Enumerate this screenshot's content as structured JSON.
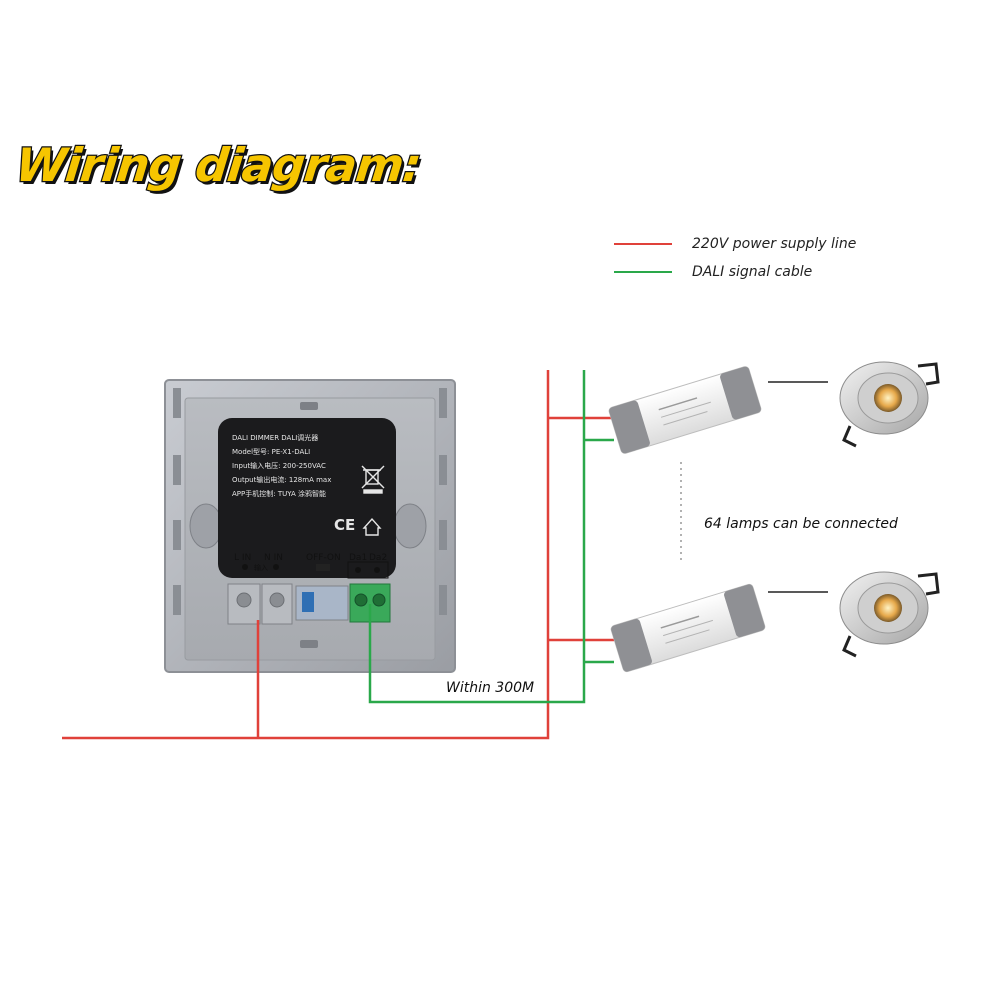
{
  "title": "Wiring diagram:",
  "legend": [
    {
      "label": "220V power supply line",
      "color": "#e0413a"
    },
    {
      "label": "DALI signal cable",
      "color": "#2aa84a"
    }
  ],
  "notes": {
    "lamps_capacity": "64 lamps can be connected",
    "distance": "Within 300M"
  },
  "device": {
    "label_lines": [
      "DALI DIMMER DALI调光器",
      "Model型号: PE-X1-DALI",
      "Input输入电压: 200-250VAC",
      "Output输出电流: 128mA max",
      "APP手机控制: TUYA 涂鸦智能"
    ],
    "ce_mark": "CE",
    "terminals": {
      "l_in": "L IN",
      "n_in": "N IN",
      "input_cn": "输入",
      "switch": "OFF-ON",
      "da1": "Da1",
      "da2": "Da2"
    }
  },
  "colors": {
    "power": "#e0413a",
    "signal": "#2aa84a",
    "title_fill": "#f6c500"
  }
}
